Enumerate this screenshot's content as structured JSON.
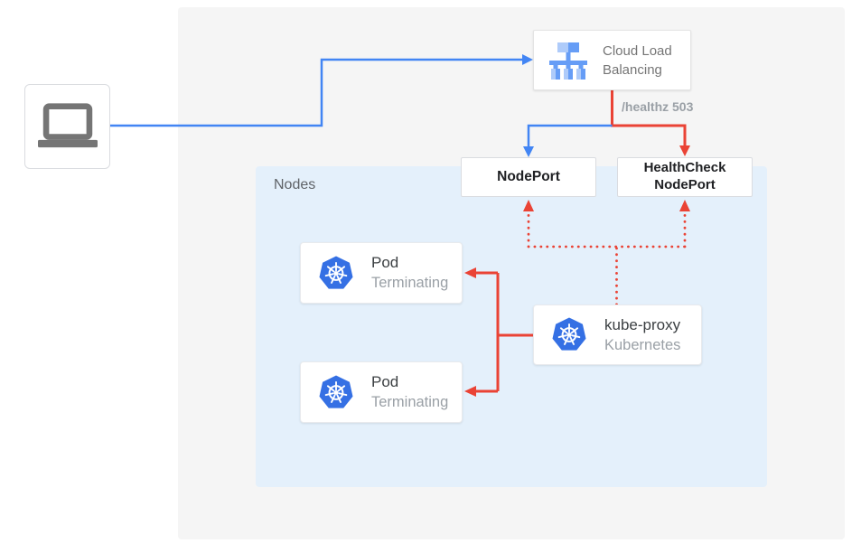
{
  "panels": {
    "nodes_label": "Nodes"
  },
  "boxes": {
    "cloud_load_balancing": {
      "label": "Cloud Load Balancing",
      "icon": "cloud-load-balancing-icon"
    },
    "nodeport": {
      "label": "NodePort"
    },
    "healthcheck_nodeport": {
      "label": "HealthCheck NodePort"
    },
    "pod_1": {
      "title": "Pod",
      "status": "Terminating",
      "icon": "kubernetes-icon"
    },
    "pod_2": {
      "title": "Pod",
      "status": "Terminating",
      "icon": "kubernetes-icon"
    },
    "kube_proxy": {
      "title": "kube-proxy",
      "subtitle": "Kubernetes",
      "icon": "kubernetes-icon"
    },
    "client": {
      "icon": "laptop-icon"
    }
  },
  "edges": {
    "healthz_label": "/healthz 503"
  },
  "colors": {
    "traffic_blue": "#4285f4",
    "health_red": "#ea4335",
    "outer_panel_bg": "#f5f5f5",
    "nodes_panel_bg": "#e4f0fb",
    "kubernetes_blue": "#3570e4",
    "lb_icon_light": "#aecbfa",
    "lb_icon_medium": "#669df6"
  }
}
